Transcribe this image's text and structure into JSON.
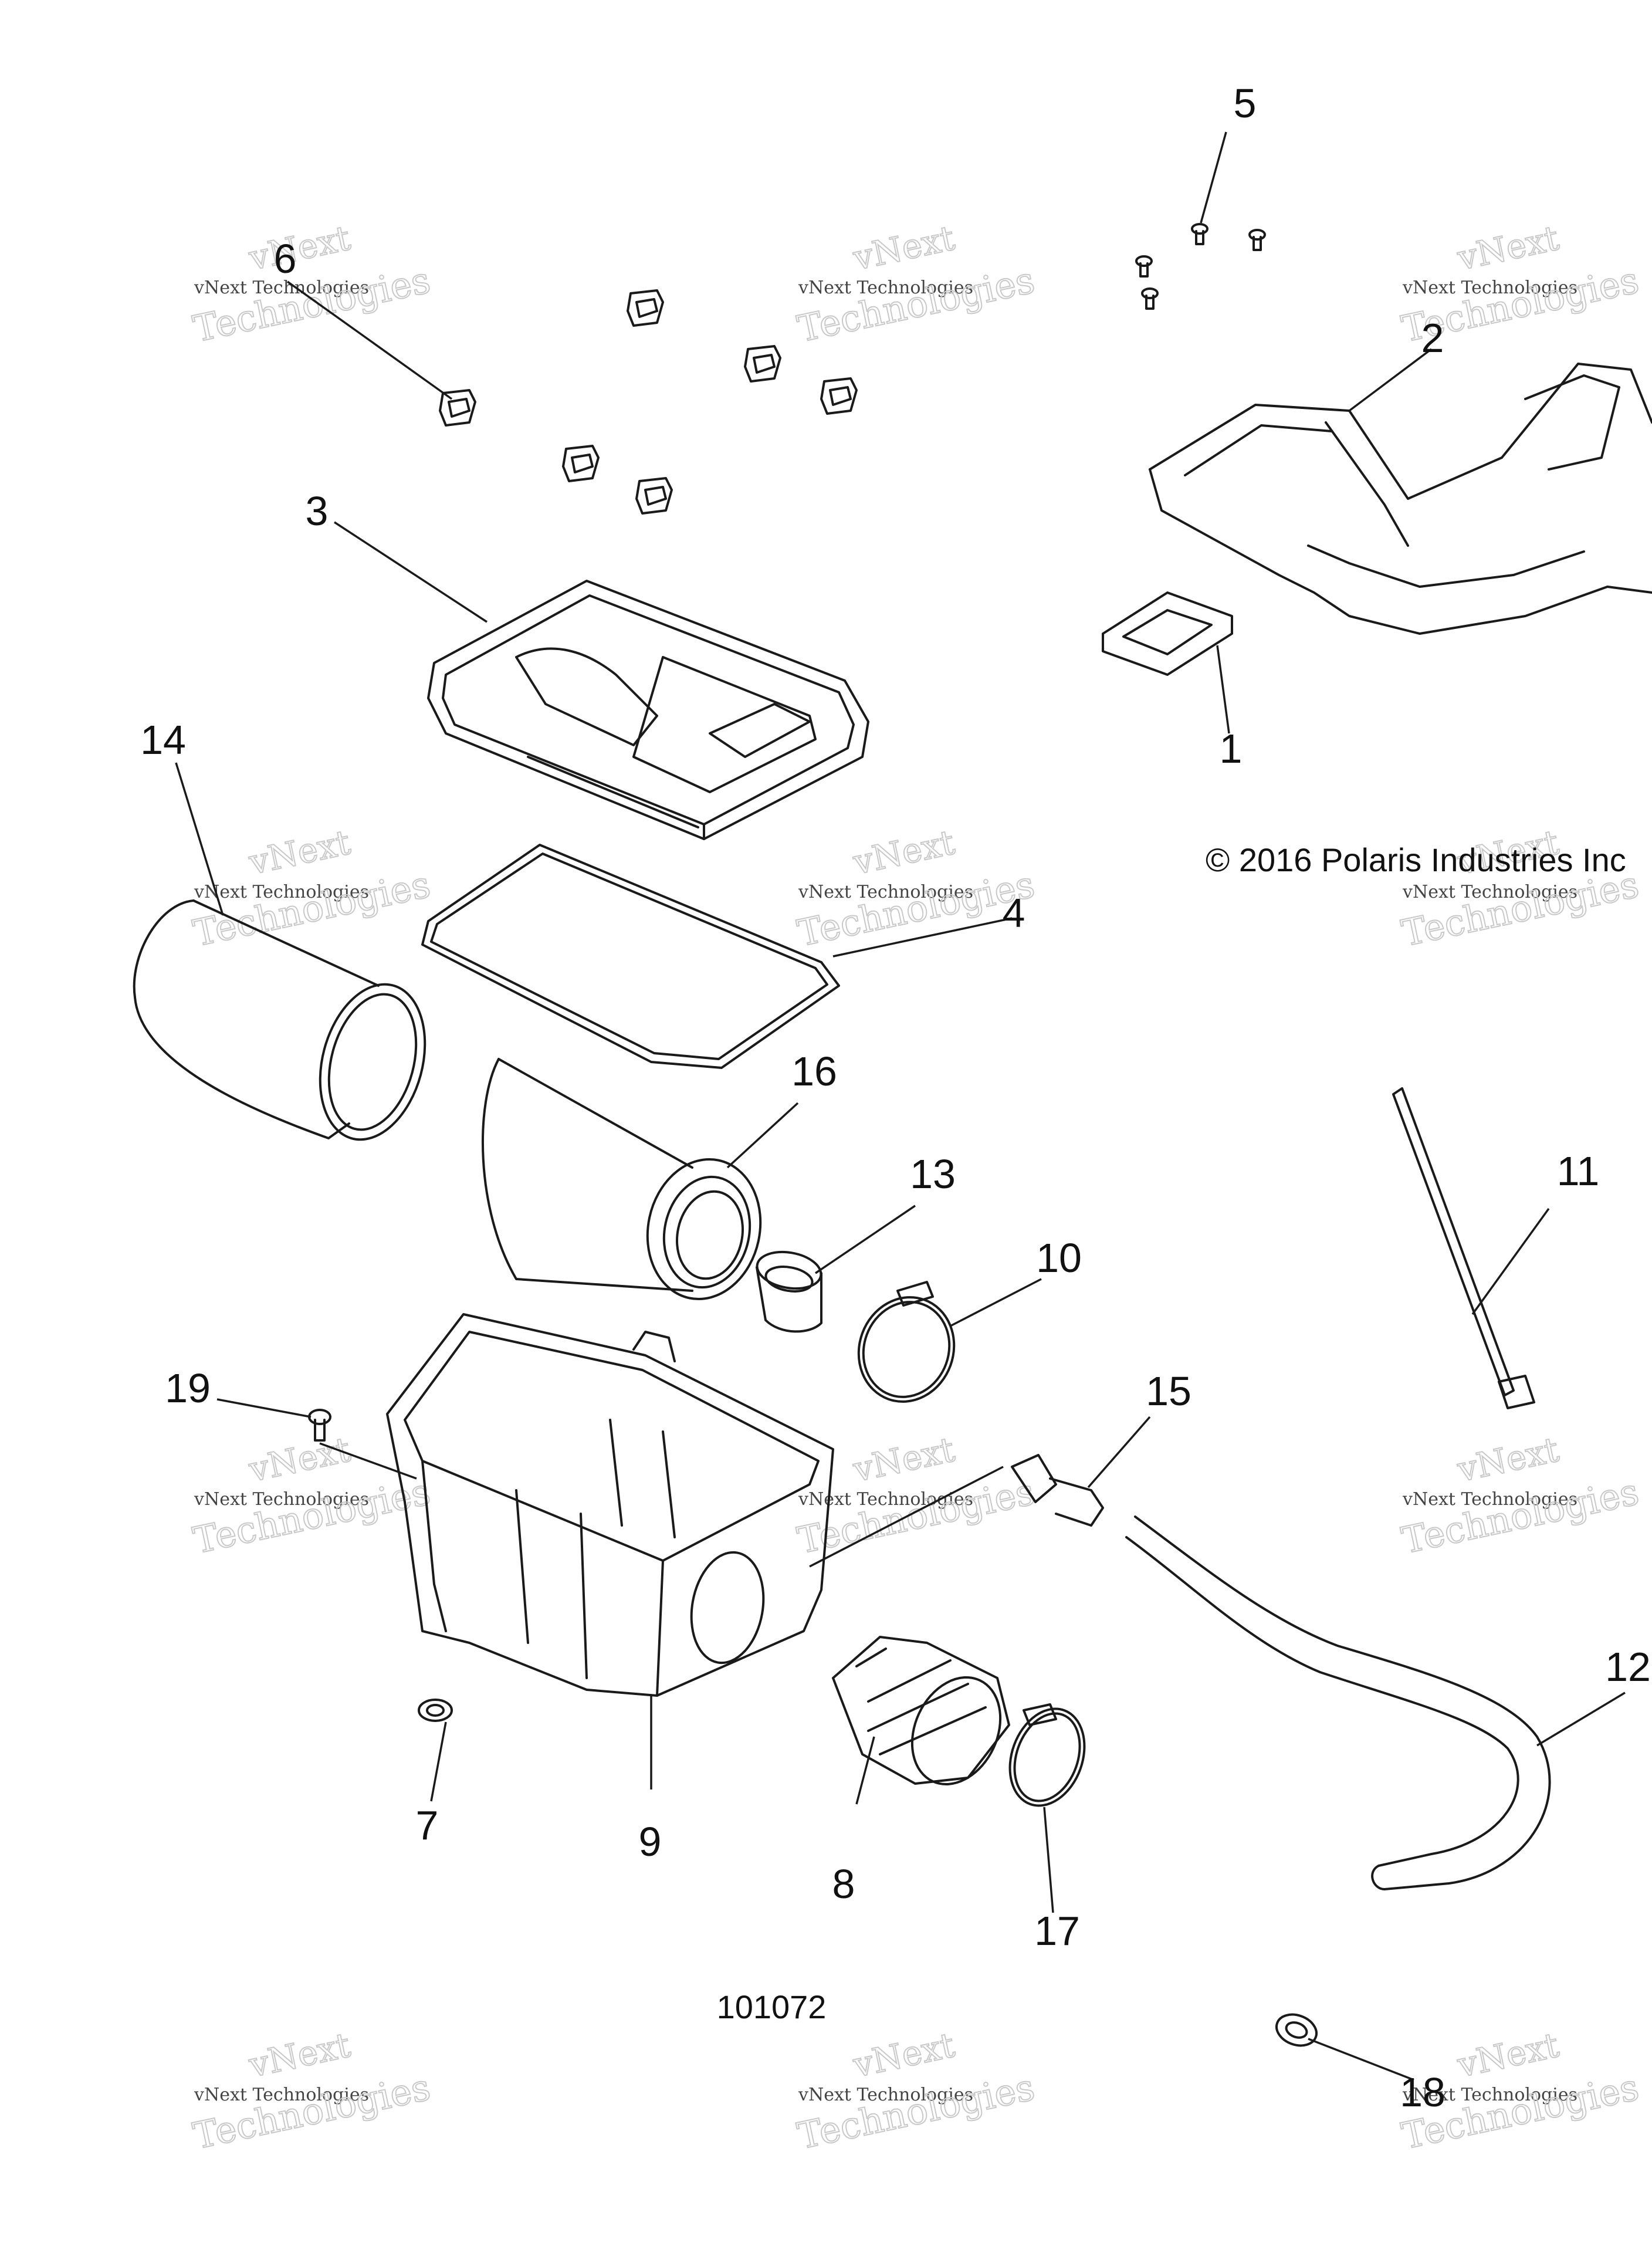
{
  "copyright": "© 2016 Polaris Industries Inc",
  "drawing_id": "101072",
  "watermark": {
    "line1": "vNext",
    "line2": "vNext Technologies",
    "line3": "Technologies"
  },
  "callouts": [
    "1",
    "2",
    "3",
    "4",
    "5",
    "6",
    "7",
    "8",
    "9",
    "10",
    "11",
    "12",
    "13",
    "14",
    "15",
    "16",
    "17",
    "18",
    "19"
  ]
}
